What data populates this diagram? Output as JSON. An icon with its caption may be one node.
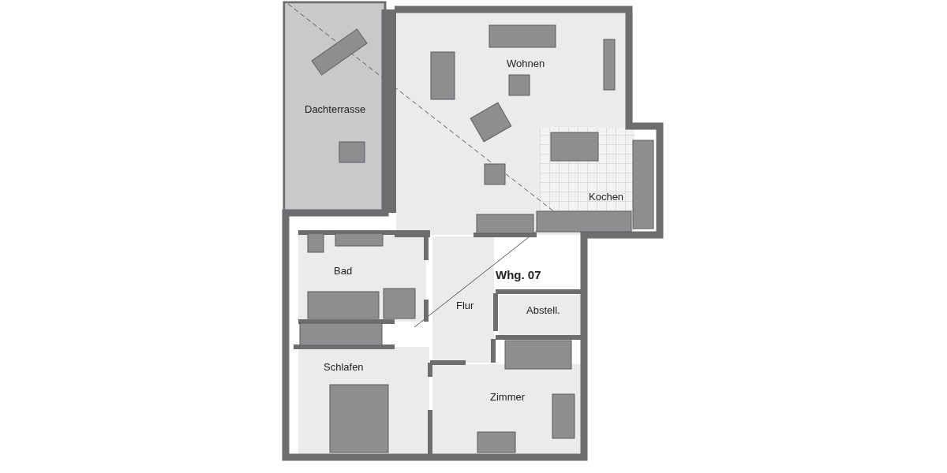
{
  "diagram": {
    "nodes": [
      {
        "text": [
          "Dachterrasse"
        ]
      },
      {
        "text": [
          "Wohnen"
        ]
      },
      {
        "text": [
          "Kochen"
        ],
        "in": 1
      },
      {
        "text": [
          "Bad"
        ]
      },
      {
        "text": [
          "Flur"
        ]
      },
      {
        "text": [
          "Abstell."
        ]
      },
      {
        "text": [
          "Schlafen"
        ]
      },
      {
        "text": [
          "Zimmer"
        ]
      }
    ],
    "labels": [
      "Whg. 07"
    ]
  }
}
